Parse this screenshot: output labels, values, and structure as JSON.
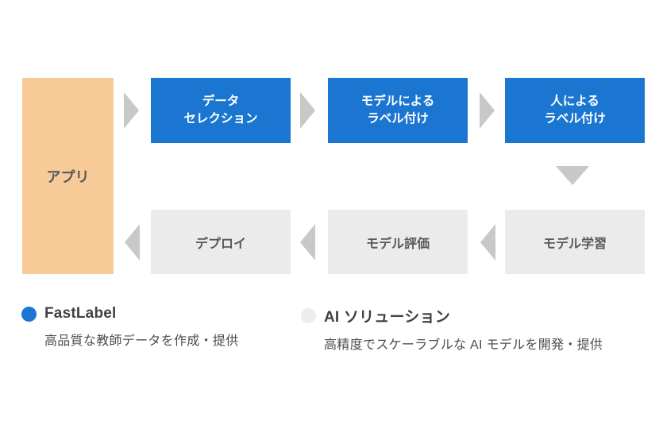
{
  "diagram": {
    "app_box": {
      "label": "アプリ"
    },
    "top_row": [
      {
        "id": "data-selection",
        "label": "データ\nセレクション"
      },
      {
        "id": "model-labeling",
        "label": "モデルによる\nラベル付け"
      },
      {
        "id": "human-labeling",
        "label": "人による\nラベル付け"
      }
    ],
    "bottom_row": [
      {
        "id": "deploy",
        "label": "デプロイ"
      },
      {
        "id": "model-evaluation",
        "label": "モデル評価"
      },
      {
        "id": "model-training",
        "label": "モデル学習"
      }
    ]
  },
  "legend": {
    "fastlabel": {
      "title": "FastLabel",
      "description": "高品質な教師データを作成・提供"
    },
    "ai_solution": {
      "title": "AI ソリューション",
      "description": "高精度でスケーラブルな AI モデルを開発・提供"
    }
  },
  "colors": {
    "fastlabel_blue": "#1B76D2",
    "app_orange": "#F8CA98",
    "solution_gray_box": "#EBEBEB",
    "legend_gray_dot": "#EDEDED",
    "arrow_gray": "#C8C8C8"
  }
}
